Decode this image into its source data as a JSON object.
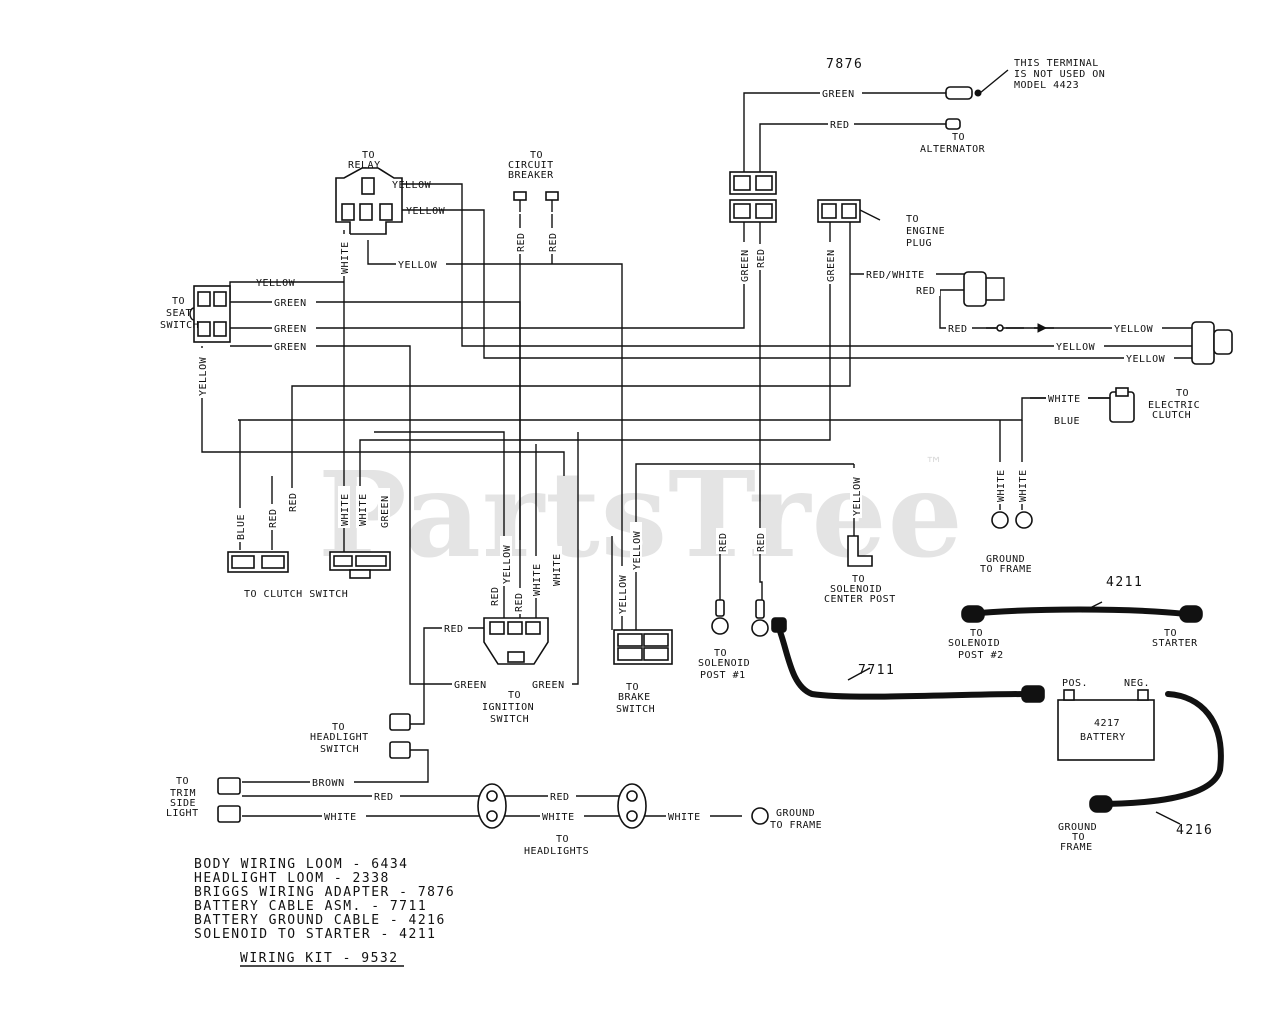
{
  "watermark": {
    "text": "PartsTree",
    "trademark": "™"
  },
  "header": {
    "part_number": "7876",
    "note_line1": "THIS TERMINAL",
    "note_line2": "IS NOT USED ON",
    "note_line3": "MODEL 4423"
  },
  "connectors": {
    "relay_1": "TO",
    "relay_2": "RELAY",
    "circuit_1": "TO",
    "circuit_2": "CIRCUIT",
    "circuit_3": "BREAKER",
    "alternator_1": "TO",
    "alternator_2": "ALTERNATOR",
    "engine_1": "TO",
    "engine_2": "ENGINE",
    "engine_3": "PLUG",
    "seat_1": "TO",
    "seat_2": "SEAT",
    "seat_3": "SWITCH",
    "elec_clutch_1": "TO",
    "elec_clutch_2": "ELECTRIC",
    "elec_clutch_3": "CLUTCH",
    "ground_frame_1": "GROUND",
    "ground_frame_2": "TO FRAME",
    "clutch_switch": "TO CLUTCH SWITCH",
    "sol_center_1": "TO",
    "sol_center_2": "SOLENOID",
    "sol_center_3": "CENTER POST",
    "ignition_1": "TO",
    "ignition_2": "IGNITION",
    "ignition_3": "SWITCH",
    "brake_1": "TO",
    "brake_2": "BRAKE",
    "brake_3": "SWITCH",
    "sol_post1_1": "TO",
    "sol_post1_2": "SOLENOID",
    "sol_post1_3": "POST #1",
    "sol_post2_1": "TO",
    "sol_post2_2": "SOLENOID",
    "sol_post2_3": "POST #2",
    "starter_1": "TO",
    "starter_2": "STARTER",
    "headlight_sw_1": "TO",
    "headlight_sw_2": "HEADLIGHT",
    "headlight_sw_3": "SWITCH",
    "trim_1": "TO",
    "trim_2": "TRIM",
    "trim_3": "SIDE",
    "trim_4": "LIGHT",
    "headlights_1": "TO",
    "headlights_2": "HEADLIGHTS",
    "ground_frame2_1": "GROUND",
    "ground_frame2_2": "TO FRAME",
    "ground_frame3_1": "GROUND",
    "ground_frame3_2": "TO",
    "ground_frame3_3": "FRAME",
    "battery_pos": "POS.",
    "battery_neg": "NEG.",
    "battery_num": "4217",
    "battery_label": "BATTERY"
  },
  "cables": {
    "c4211": "4211",
    "c7711": "7711",
    "c4216": "4216"
  },
  "wires": {
    "green": "GREEN",
    "red": "RED",
    "yellow": "YELLOW",
    "white": "WHITE",
    "blue": "BLUE",
    "brown": "BROWN",
    "red_white": "RED/WHITE"
  },
  "legend": {
    "items": [
      "BODY WIRING LOOM - 6434",
      "HEADLIGHT LOOM - 2338",
      "BRIGGS WIRING ADAPTER - 7876",
      "BATTERY CABLE ASM. - 7711",
      "BATTERY GROUND CABLE - 4216",
      "SOLENOID TO STARTER - 4211"
    ],
    "kit": "WIRING KIT - 9532"
  }
}
